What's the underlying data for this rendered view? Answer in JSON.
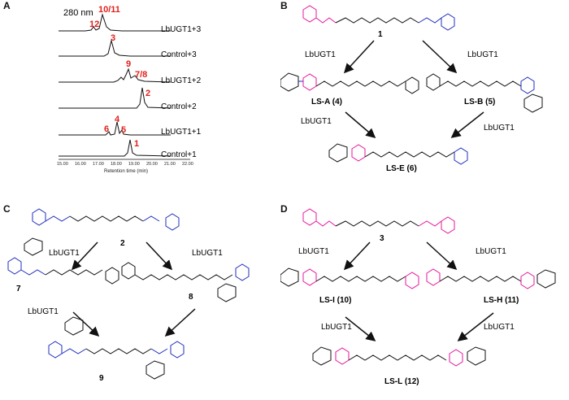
{
  "panels": {
    "A": {
      "letter": "A",
      "wavelength": "280 nm",
      "traces": [
        {
          "label": "LbUGT1+3",
          "peaks": [
            "12",
            "10/11"
          ]
        },
        {
          "label": "Control+3",
          "peaks": [
            "3"
          ]
        },
        {
          "label": "LbUGT1+2",
          "peaks": [
            "9",
            "7/8"
          ]
        },
        {
          "label": "Control+2",
          "peaks": [
            "2"
          ]
        },
        {
          "label": "LbUGT1+1",
          "peaks": [
            "6",
            "4",
            "5"
          ]
        },
        {
          "label": "Control+1",
          "peaks": [
            "1"
          ]
        }
      ],
      "ticks": [
        "15.00",
        "16.00",
        "17.00",
        "18.00",
        "19.00",
        "20.00",
        "21.00",
        "22.00"
      ],
      "xlabel": "Retention time (min)"
    },
    "B": {
      "letter": "B",
      "substrate": "1",
      "enzyme": "LbUGT1",
      "products": [
        "LS-A (4)",
        "LS-B (5)",
        "LS-E (6)"
      ]
    },
    "C": {
      "letter": "C",
      "substrate": "2",
      "enzyme": "LbUGT1",
      "products": [
        "7",
        "8",
        "9"
      ]
    },
    "D": {
      "letter": "D",
      "substrate": "3",
      "enzyme": "LbUGT1",
      "products": [
        "LS-I (10)",
        "LS-H (11)",
        "LS-L (12)"
      ]
    }
  },
  "colors": {
    "magenta": "#e6179d",
    "blue": "#1f2fbf",
    "red": "#e0201b",
    "black": "#111111"
  }
}
